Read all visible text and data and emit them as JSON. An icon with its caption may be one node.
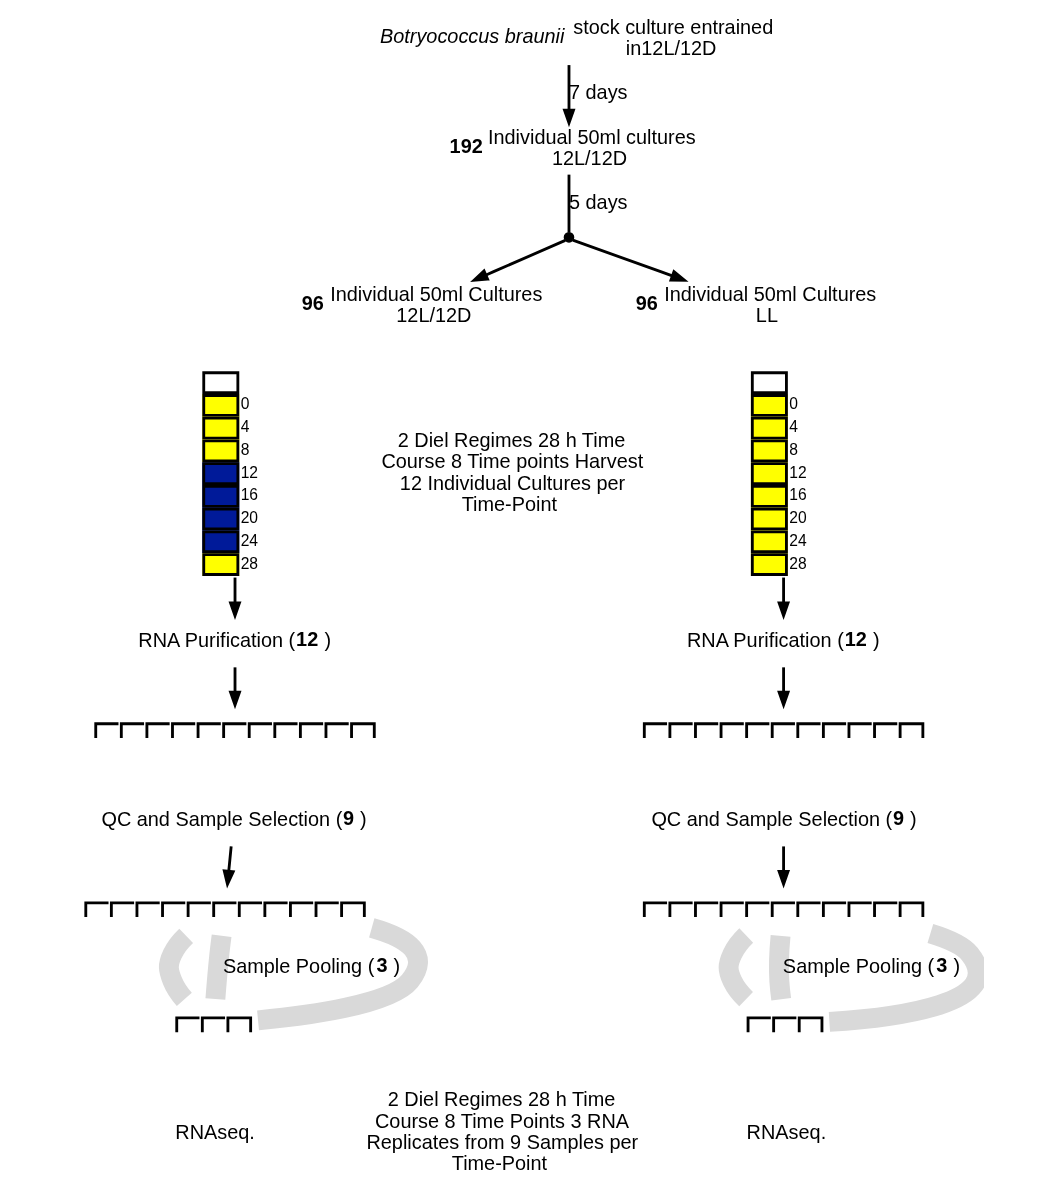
{
  "diagram": {
    "nodes": [
      {
        "text": [
          "*Botryococcus braunii* stock culture entrained in12L/12D"
        ]
      },
      {
        "text": [
          "**192** Individual 50ml cultures 12L/12D"
        ]
      },
      {
        "text": [],
        "shape": "circle"
      },
      {
        "text": [
          "**96** Individual 50ml Cultures 12L/12D"
        ]
      },
      {
        "text": [
          "**96** Individual 50ml Cultures LL"
        ]
      },
      {
        "text": [],
        "shape": "bar",
        "beside": [
          "0",
          "4",
          "8",
          "12",
          "16",
          "20",
          "24",
          "28"
        ]
      },
      {
        "text": [],
        "shape": "bar",
        "beside": [
          "0",
          "4",
          "8",
          "12",
          "16",
          "20",
          "24",
          "28"
        ]
      },
      {
        "text": [
          "RNA Purification (**12**)"
        ]
      },
      {
        "text": [
          "RNA Purification (**12**)"
        ]
      },
      {
        "text": [],
        "shape": "comb"
      },
      {
        "text": [],
        "shape": "comb"
      },
      {
        "text": [
          "QC and Sample Selection (**9**)"
        ]
      },
      {
        "text": [
          "QC and Sample Selection (**9**)"
        ]
      },
      {
        "text": [],
        "shape": "comb"
      },
      {
        "text": [],
        "shape": "comb"
      },
      {
        "text": [],
        "shape": "comb"
      },
      {
        "text": [],
        "shape": "comb"
      },
      {
        "text": [
          "RNAseq."
        ]
      },
      {
        "text": [
          "RNAseq."
        ]
      }
    ],
    "edges": [
      {
        "from": 0,
        "to": 1,
        "arrow": "to",
        "label": "7 days"
      },
      {
        "from": 1,
        "to": 2,
        "arrow": "none",
        "label": "5 days"
      },
      {
        "from": 2,
        "to": 3,
        "arrow": "to"
      },
      {
        "from": 2,
        "to": 4,
        "arrow": "to"
      },
      {
        "from": 5,
        "to": 7,
        "arrow": "to"
      },
      {
        "from": 6,
        "to": 8,
        "arrow": "to"
      },
      {
        "from": 7,
        "to": 9,
        "arrow": "to"
      },
      {
        "from": 8,
        "to": 10,
        "arrow": "to"
      },
      {
        "from": 11,
        "to": 13,
        "arrow": "to"
      },
      {
        "from": 12,
        "to": 14,
        "arrow": "to"
      },
      {
        "from": 13,
        "to": 15,
        "arrow": "none",
        "style": "thick",
        "color": "#d9d9d9"
      },
      {
        "from": 13,
        "to": 15,
        "arrow": "none",
        "style": "thick",
        "color": "#d9d9d9",
        "label": "Sample Pooling (**3**)"
      },
      {
        "from": 13,
        "to": 15,
        "arrow": "none",
        "style": "thick",
        "color": "#d9d9d9"
      },
      {
        "from": 14,
        "to": 16,
        "arrow": "none",
        "style": "thick",
        "color": "#d9d9d9"
      },
      {
        "from": 14,
        "to": 16,
        "arrow": "none",
        "style": "thick",
        "color": "#d9d9d9",
        "label": "Sample Pooling (**3**)"
      },
      {
        "from": 14,
        "to": 16,
        "arrow": "none",
        "style": "thick",
        "color": "#d9d9d9"
      }
    ],
    "labels": [
      "2 Diel Regimes 28 h Time Course 8 Time points Harvest 12 Individual Cultures per Time-Point",
      "2 Diel Regimes 28 h Time Course 8 Time Points 3 RNA Replicates from 9 Samples per Time-Point"
    ]
  }
}
